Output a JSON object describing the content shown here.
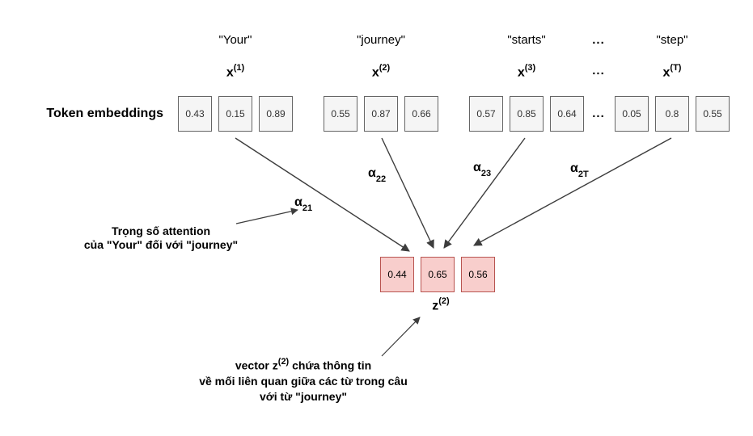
{
  "diagram": {
    "row_label": "Token embeddings",
    "ellipsis": "...",
    "tokens": [
      {
        "word": "\"Your\"",
        "symbol_base": "x",
        "symbol_sup": "(1)",
        "values": [
          "0.43",
          "0.15",
          "0.89"
        ]
      },
      {
        "word": "\"journey\"",
        "symbol_base": "x",
        "symbol_sup": "(2)",
        "values": [
          "0.55",
          "0.87",
          "0.66"
        ]
      },
      {
        "word": "\"starts\"",
        "symbol_base": "x",
        "symbol_sup": "(3)",
        "values": [
          "0.57",
          "0.85",
          "0.64"
        ]
      },
      {
        "word": "\"step\"",
        "symbol_base": "x",
        "symbol_sup": "(T)",
        "values": [
          "0.05",
          "0.8",
          "0.55"
        ]
      }
    ],
    "alphas": [
      {
        "base": "α",
        "sub": "21"
      },
      {
        "base": "α",
        "sub": "22"
      },
      {
        "base": "α",
        "sub": "23"
      },
      {
        "base": "α",
        "sub": "2T"
      }
    ],
    "output": {
      "symbol_base": "z",
      "symbol_sup": "(2)",
      "values": [
        "0.44",
        "0.65",
        "0.56"
      ]
    },
    "annotations": {
      "attention_weight": {
        "line1": "Trọng số attention",
        "line2": "của \"Your\" đối với \"journey\""
      },
      "context_vector": {
        "line1_pre": "vector ",
        "line1_sym": "z",
        "line1_sup": "(2)",
        "line1_post": " chứa thông tin",
        "line2": "về mối liên quan giữa các từ trong câu",
        "line3": "với từ \"journey\""
      }
    },
    "colors": {
      "embedding_fill": "#f5f5f5",
      "embedding_border": "#666666",
      "output_fill": "#f8cecc",
      "output_border": "#b85450",
      "arrow": "#3d3d3d"
    }
  }
}
